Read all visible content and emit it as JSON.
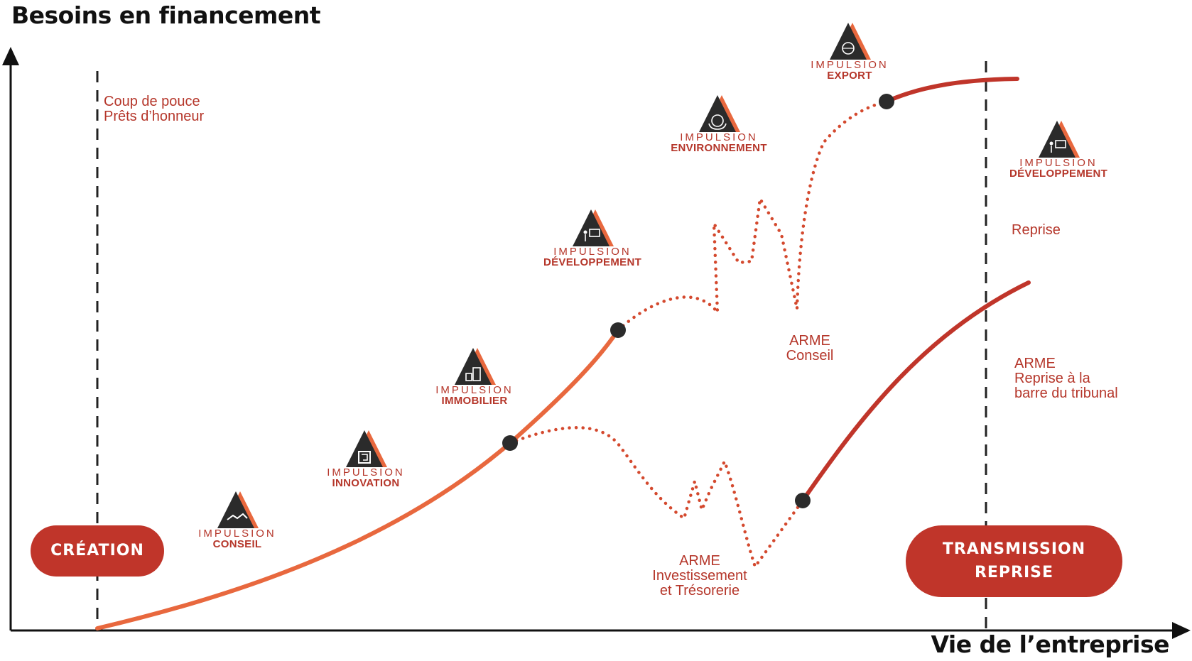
{
  "axes": {
    "y_label": "Besoins en financement",
    "x_label": "Vie de l’entreprise"
  },
  "colors": {
    "orange": "#e8683e",
    "red": "#c0352a",
    "dark": "#2b2b2b",
    "text_red": "#b5362a"
  },
  "notes": {
    "coup_de_pouce": "Coup de pouce\nPrêts d’honneur",
    "arme_investissement": "ARME\nInvestissement\net Trésorerie",
    "arme_conseil": "ARME\nConseil",
    "reprise": "Reprise",
    "arme_reprise": "ARME\nReprise à la\nbarre du tribunal"
  },
  "impulsions": [
    {
      "line1": "IMPULSION",
      "line2": "CONSEIL",
      "icon": "handshake-icon"
    },
    {
      "line1": "IMPULSION",
      "line2": "INNOVATION",
      "icon": "maze-icon"
    },
    {
      "line1": "IMPULSION",
      "line2": "IMMOBILIER",
      "icon": "buildings-icon"
    },
    {
      "line1": "IMPULSION",
      "line2": "DÉVELOPPEMENT",
      "icon": "presentation-icon"
    },
    {
      "line1": "IMPULSION",
      "line2": "ENVIRONNEMENT",
      "icon": "globe-hands-icon"
    },
    {
      "line1": "IMPULSION",
      "line2": "EXPORT",
      "icon": "globe-icon"
    },
    {
      "line1": "IMPULSION",
      "line2": "DÉVELOPPEMENT",
      "icon": "presentation-icon"
    }
  ],
  "phases": {
    "creation": "CRÉATION",
    "transmission": "TRANSMISSION\nREPRISE"
  }
}
